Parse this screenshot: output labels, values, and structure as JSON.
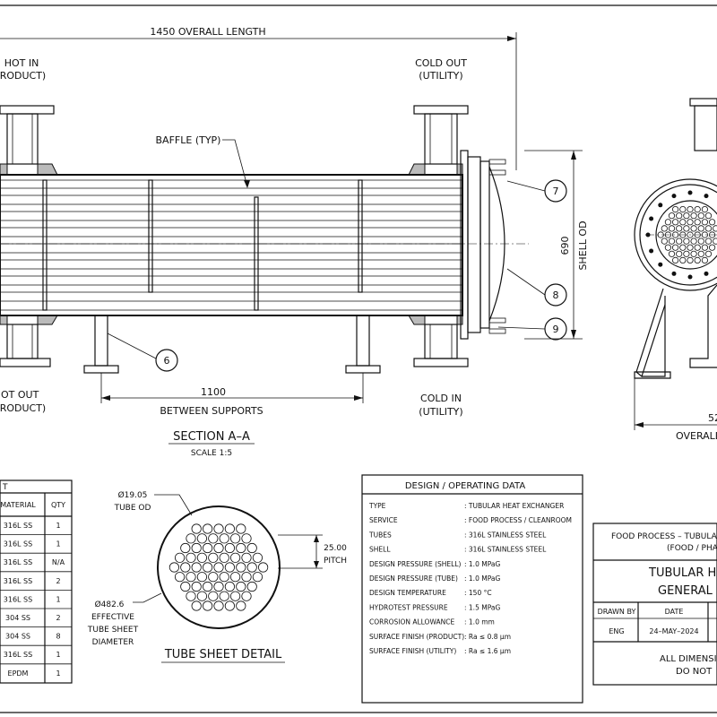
{
  "section_view": {
    "overall_length": "1450 OVERALL LENGTH",
    "hot_in": "HOT IN",
    "hot_in_sub": "(PRODUCT)",
    "cold_out": "COLD OUT",
    "cold_out_sub": "(UTILITY)",
    "baffle": "BAFFLE (TYP)",
    "hot_out": "HOT OUT",
    "hot_out_sub": "(PRODUCT)",
    "cold_in": "COLD IN",
    "cold_in_sub": "(UTILITY)",
    "between_supports_value": "1100",
    "between_supports": "BETWEEN SUPPORTS",
    "section_title": "SECTION A–A",
    "scale": "SCALE 1:5",
    "shell_od_value": "690",
    "shell_od": "SHELL OD",
    "balloons": [
      "6",
      "7",
      "8",
      "9"
    ]
  },
  "end_view": {
    "dim_value": "52",
    "overall": "OVERALL"
  },
  "tube_sheet": {
    "tube_od_value": "Ø19.05",
    "tube_od": "TUBE OD",
    "pitch_value": "25.00",
    "pitch": "PITCH",
    "diameter_value": "Ø482.6",
    "effective": "EFFECTIVE",
    "tube_sheet_label": "TUBE SHEET",
    "diameter_label": "DIAMETER",
    "title": "TUBE SHEET DETAIL"
  },
  "bom": {
    "header_partial": "T",
    "col_material": "MATERIAL",
    "col_qty": "QTY",
    "rows": [
      {
        "material": "316L SS",
        "qty": "1"
      },
      {
        "material": "316L SS",
        "qty": "1"
      },
      {
        "material": "316L SS",
        "qty": "N/A"
      },
      {
        "material": "316L SS",
        "qty": "2"
      },
      {
        "material": "316L SS",
        "qty": "1"
      },
      {
        "material": "304 SS",
        "qty": "2"
      },
      {
        "material": "304 SS",
        "qty": "8"
      },
      {
        "material": "316L SS",
        "qty": "1"
      },
      {
        "material": "EPDM",
        "qty": "1"
      }
    ]
  },
  "design_data": {
    "title": "DESIGN / OPERATING DATA",
    "rows": [
      {
        "label": "TYPE",
        "value": ": TUBULAR HEAT EXCHANGER"
      },
      {
        "label": "SERVICE",
        "value": ": FOOD PROCESS / CLEANROOM"
      },
      {
        "label": "TUBES",
        "value": ": 316L STAINLESS STEEL"
      },
      {
        "label": "SHELL",
        "value": ": 316L STAINLESS STEEL"
      },
      {
        "label": "DESIGN PRESSURE (SHELL)",
        "value": ": 1.0 MPaG"
      },
      {
        "label": "DESIGN PRESSURE (TUBE)",
        "value": ": 1.0 MPaG"
      },
      {
        "label": "DESIGN TEMPERATURE",
        "value": ": 150 °C"
      },
      {
        "label": "HYDROTEST PRESSURE",
        "value": ": 1.5 MPaG"
      },
      {
        "label": "CORROSION ALLOWANCE",
        "value": ": 1.0 mm"
      },
      {
        "label": "SURFACE FINISH (PRODUCT)",
        "value": ": Ra ≤ 0.8 µm"
      },
      {
        "label": "SURFACE FINISH (UTILITY)",
        "value": ": Ra ≤ 1.6 µm"
      }
    ]
  },
  "title_block": {
    "line1": "FOOD PROCESS – TUBULA",
    "line2": "(FOOD / PHA",
    "title1": "TUBULAR H",
    "title2": "GENERAL",
    "drawn_by_label": "DRAWN BY",
    "drawn_by": "ENG",
    "date_label": "DATE",
    "date": "24–MAY–2024",
    "note1": "ALL DIMENSI",
    "note2": "DO NOT"
  }
}
